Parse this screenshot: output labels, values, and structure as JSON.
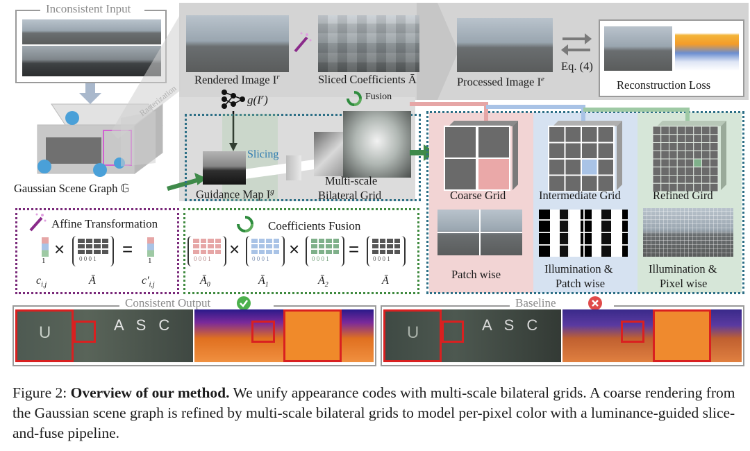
{
  "figure": {
    "inconsistent_input_title": "Inconsistent Input",
    "rasterization_label": "Rasterization",
    "scene_graph_label": "Gaussian Scene Graph 𝔾",
    "rendered_image_label": "Rendered Image I",
    "rendered_image_sup": "r",
    "sliced_coeff_label": "Sliced Coefficients Ā",
    "processed_image_label": "Processed Image I",
    "processed_image_sup": "e",
    "eq_label": "Eq. (4)",
    "reconstruction_loss_label": "Reconstruction Loss",
    "g_func_label": "g(I",
    "g_func_sup": "r",
    "g_func_close": ")",
    "fusion_label": "Fusion",
    "slicing_label": "Slicing",
    "guidance_map_label": "Guidance Map I",
    "guidance_map_sup": "g",
    "bilateral_grid_label_1": "Multi-scale",
    "bilateral_grid_label_2": "Bilateral Grid",
    "coarse_grid_label": "Coarse Grid",
    "intermediate_grid_label": "Intermediate Grid",
    "refined_grid_label": "Refined Gird",
    "patch_wise_label": "Patch wise",
    "illum_patch_label_1": "Illumination &",
    "illum_patch_label_2": "Patch wise",
    "illum_pixel_label_1": "Illumination &",
    "illum_pixel_label_2": "Pixel wise",
    "affine_title": "Affine Transformation",
    "fusion_title": "Coefficients Fusion",
    "affine_c": "c",
    "affine_c_sub": "i,j",
    "affine_a": "Ā",
    "affine_c_prime": "c′",
    "affine_c_prime_sub": "i,j",
    "vec_one": "1",
    "matrix_row": "0 0 0 1",
    "fusion_a0": "Ā",
    "fusion_a0_sub": "0",
    "fusion_a1": "Ā",
    "fusion_a1_sub": "1",
    "fusion_a2": "Ā",
    "fusion_a2_sub": "2",
    "fusion_a": "Ā",
    "times": "×",
    "equals": "=",
    "consistent_output_title": "Consistent Output",
    "baseline_title": "Baseline",
    "container_letters": "U",
    "container_text": "A S C"
  },
  "caption": {
    "prefix": "Figure 2: ",
    "bold": "Overview of our method.",
    "rest": " We unify appearance codes with multi-scale bilateral grids. A coarse rendering from the Gaussian scene graph is refined by multi-scale bilateral grids to model per-pixel color with a luminance-guided slice-and-fuse pipeline."
  },
  "colors": {
    "coarse_bg": "#f2d4d4",
    "intermediate_bg": "#d6e2f1",
    "refined_bg": "#d6e6d8",
    "dotted_blue": "#2d6f86",
    "dotted_purple": "#7a2a7a",
    "dotted_green": "#3f8a3f",
    "check_green": "#4cb04c",
    "cross_red": "#e04a4a"
  }
}
